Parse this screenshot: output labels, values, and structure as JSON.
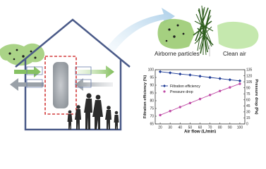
{
  "labels": {
    "airborne": "Airborne particles",
    "clean": "Clean air"
  },
  "colors": {
    "house": "#4a5a88",
    "arrow_light": "#b7d6ec",
    "flow_green": "#86c163",
    "flow_gray": "#9aa1a8",
    "filter_box": "#d23b3b",
    "fibers": "#2f5e1e",
    "efficiency": "#1f3c96",
    "pressure": "#c04ba6"
  },
  "chart_data": {
    "type": "line",
    "xlabel": "Air flow (L/min)",
    "ylabel_left": "Filtration efficiency (%)",
    "ylabel_right": "Pressure drop (Pa)",
    "x": [
      20,
      30,
      40,
      50,
      60,
      70,
      80,
      90,
      100
    ],
    "x_ticks": [
      "20",
      "30",
      "40",
      "50",
      "60",
      "70",
      "80",
      "90",
      "100"
    ],
    "ylim_left": [
      65,
      100
    ],
    "yticks_left": [
      "65",
      "70",
      "75",
      "80",
      "85",
      "90",
      "95",
      "100"
    ],
    "ylim_right": [
      0,
      135
    ],
    "yticks_right": [
      "0",
      "15",
      "30",
      "45",
      "60",
      "75",
      "90",
      "105",
      "120",
      "135"
    ],
    "series": [
      {
        "name": "Filtration efficiency",
        "axis": "left",
        "marker": "diamond",
        "values": [
          98.7,
          98.0,
          97.2,
          96.6,
          95.8,
          95.0,
          94.3,
          93.5,
          92.8
        ]
      },
      {
        "name": "Pressure drop",
        "axis": "right",
        "marker": "circle",
        "values": [
          22,
          32,
          42,
          52,
          62,
          72,
          82,
          91,
          100
        ]
      }
    ],
    "legend": "inside-middle",
    "grid": false
  }
}
